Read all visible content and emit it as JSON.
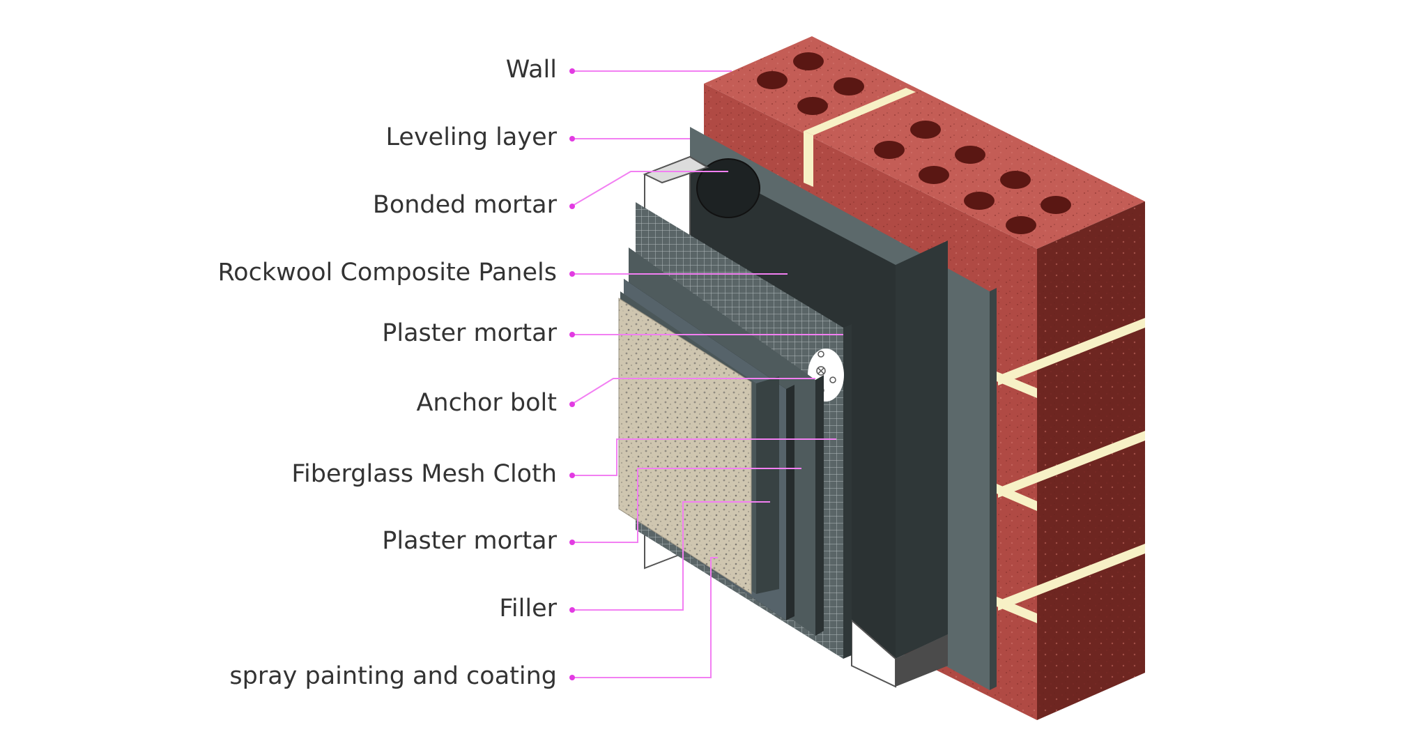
{
  "diagram": {
    "labels": [
      "Wall",
      "Leveling layer",
      "Bonded mortar",
      "Rockwool Composite Panels",
      "Plaster mortar",
      "Anchor bolt",
      "Fiberglass Mesh Cloth",
      "Plaster mortar",
      "Filler",
      "spray painting and coating"
    ],
    "colors": {
      "leader": "#f27ff2",
      "dot": "#e23be2",
      "label_text": "#333333",
      "brick_front": "#b04a44",
      "brick_top": "#c35c55",
      "brick_side": "#6c2520",
      "mortar_joint": "#f7f1c6",
      "board_gray": "#4f5b5d",
      "board_dark": "#2b3233",
      "stone_texture": "#c8bea8"
    }
  }
}
